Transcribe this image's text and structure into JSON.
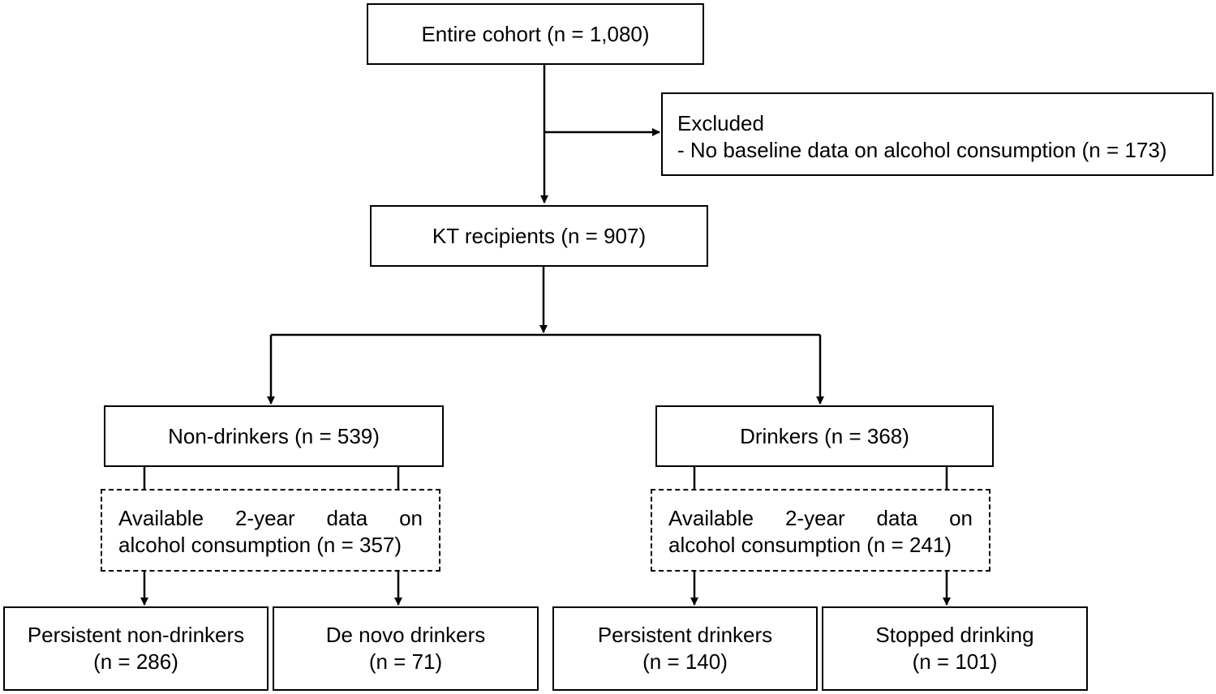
{
  "boxes": {
    "entire": {
      "label": "Entire cohort (n = 1,080)"
    },
    "excluded": {
      "title": "Excluded",
      "reason": "- No baseline data on alcohol consumption (n = 173)"
    },
    "kt": {
      "label": "KT recipients (n = 907)"
    },
    "non_drinkers": {
      "label": "Non-drinkers (n = 539)"
    },
    "drinkers": {
      "label": "Drinkers (n = 368)"
    },
    "avail_non": {
      "line1": "Available 2-year data on",
      "line2": "alcohol consumption (n = 357)"
    },
    "avail_drk": {
      "line1": "Available 2-year data on",
      "line2": "alcohol consumption (n = 241)"
    },
    "persistent_non": {
      "line1": "Persistent non-drinkers",
      "line2": "(n = 286)"
    },
    "de_novo": {
      "line1": "De novo drinkers",
      "line2": "(n = 71)"
    },
    "persistent_drk": {
      "line1": "Persistent drinkers",
      "line2": "(n = 140)"
    },
    "stopped": {
      "line1": "Stopped drinking",
      "line2": "(n = 101)"
    }
  },
  "colors": {
    "stroke": "#000000",
    "background": "#ffffff"
  }
}
